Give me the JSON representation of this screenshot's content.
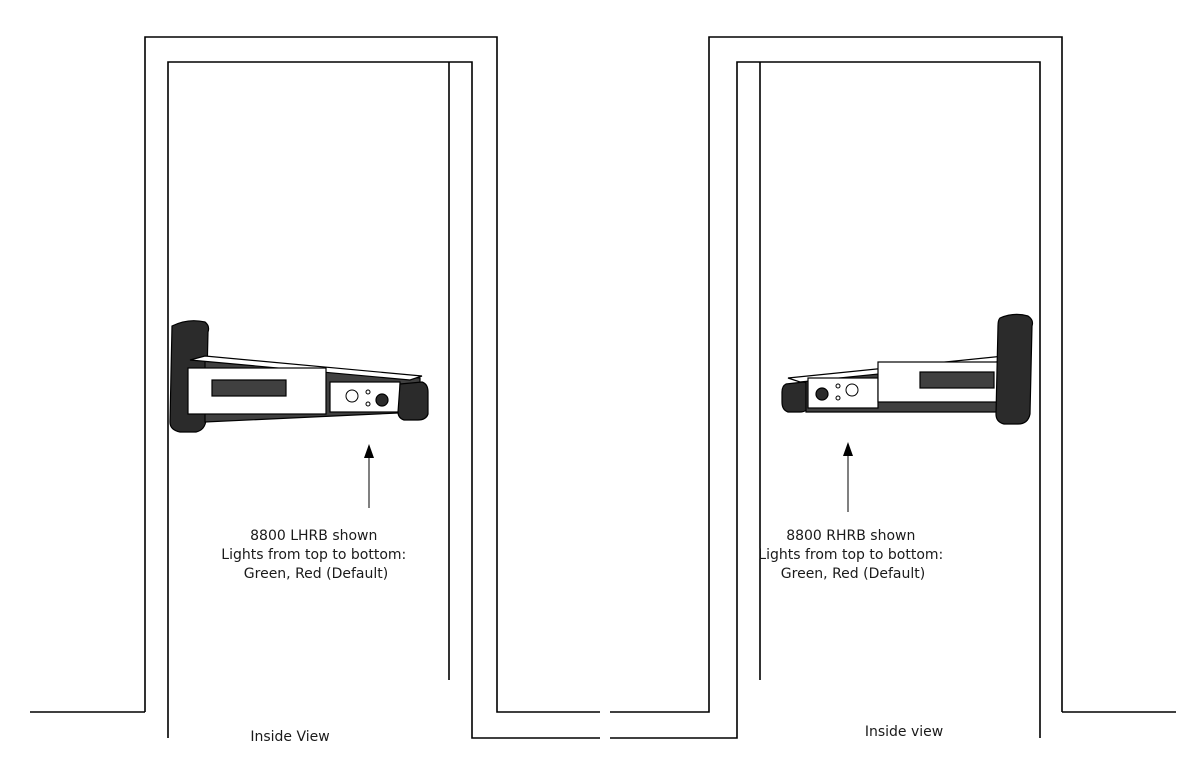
{
  "left_door": {
    "caption_lines": [
      "8800 LHRB shown",
      "Lights from top to bottom:",
      "Green, Red (Default)"
    ],
    "view_label": "Inside View"
  },
  "right_door": {
    "caption_lines": [
      "8800 RHRB shown",
      "Lights from top to bottom:",
      "Green, Red (Default)"
    ],
    "view_label": "Inside view"
  },
  "colors": {
    "line": "#000000",
    "device_fill": "#404040",
    "background": "#ffffff"
  }
}
